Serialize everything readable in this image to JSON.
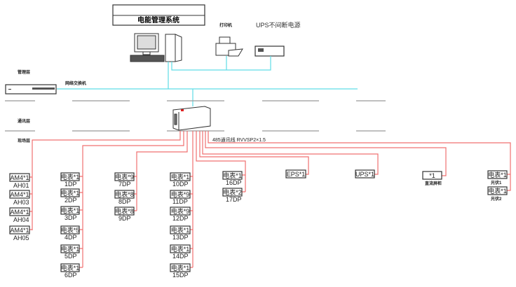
{
  "title": "电能管理系统",
  "labels": {
    "printer": "打印机",
    "ups_power": "UPS不间断电源",
    "switch": "网络交换机",
    "layer_mgmt": "管理层",
    "layer_comm": "通讯层",
    "layer_field": "现场层",
    "bus": "485通讯线 RVVSP2×1.5"
  },
  "groups": {
    "ah": [
      {
        "box": "AM4*1",
        "label": "AH01"
      },
      {
        "box": "AM4*1",
        "label": "AH03"
      },
      {
        "box": "AM4*1",
        "label": "AH04"
      },
      {
        "box": "AM4*1",
        "label": "AH05"
      }
    ],
    "dp1": [
      {
        "box": "电表*1",
        "label": "1DP"
      },
      {
        "box": "电表*1",
        "label": "2DP"
      },
      {
        "box": "电表*1",
        "label": "3DP"
      },
      {
        "box": "电表*5",
        "label": "4DP"
      },
      {
        "box": "电表*1",
        "label": "5DP"
      },
      {
        "box": "电表*1",
        "label": "6DP"
      }
    ],
    "dp2": [
      {
        "box": "电表*9",
        "label": "7DP"
      },
      {
        "box": "电表*8",
        "label": "8DP"
      },
      {
        "box": "电表*8",
        "label": "9DP"
      }
    ],
    "dp3": [
      {
        "box": "电表*1",
        "label": "10DP"
      },
      {
        "box": "电表*9",
        "label": "11DP"
      },
      {
        "box": "电表*9",
        "label": "12DP"
      },
      {
        "box": "电表*1",
        "label": "13DP"
      },
      {
        "box": "电表*1",
        "label": "14DP"
      },
      {
        "box": "电表*1",
        "label": "15DP"
      }
    ],
    "dp4": [
      {
        "box": "电表*1",
        "label": "16DP"
      },
      {
        "box": "电表*2",
        "label": "17DP"
      }
    ],
    "eps": {
      "box": "EPS*1"
    },
    "ups": {
      "box": "UPS*1"
    },
    "dc": {
      "box": "*1",
      "label": "直流屏柜"
    },
    "pv": [
      {
        "box": "电表*1",
        "label": "光伏1"
      },
      {
        "box": "电表*1",
        "label": "光伏2"
      }
    ]
  },
  "colors": {
    "network": "#5fdde6",
    "rs485": "#f07070"
  }
}
